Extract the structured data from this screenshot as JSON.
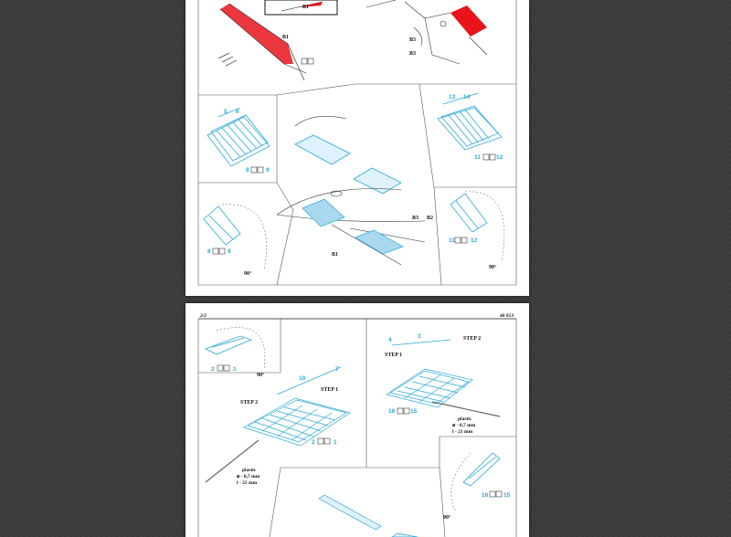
{
  "viewer": {
    "background": "#3b3b3b"
  },
  "page1": {
    "labels": {
      "b1_top_box": "B1",
      "b1_wing": "B1",
      "b3_top_a": "B3",
      "b3_top_b": "B3",
      "b1_bottom": "B1",
      "b3_b2_pre": "B3",
      "b3_b2_post": "B2",
      "angle_left": "90°",
      "angle_right": "90°"
    },
    "part_numbers": {
      "left_top_a": "5",
      "left_top_b": "6",
      "left_bottom_a": "8",
      "left_bottom_b": "9",
      "right_top_a": "13",
      "right_top_b": "14",
      "right_bottom_a": "11",
      "right_bottom_b": "12",
      "left_lower_a": "8",
      "left_lower_b": "9",
      "right_lower_a": "11",
      "right_lower_b": "12"
    },
    "colors": {
      "photo_etch": "#29a9d6",
      "paint_red": "#e8141b",
      "fill_blue": "#a9d8ef"
    }
  },
  "page2": {
    "page_number": "2/2",
    "set_code": "48 813",
    "labels": {
      "angle_top_left": "90°",
      "step1_left": "STEP 1",
      "step2_left": "STEP 2",
      "step1_right": "STEP 1",
      "step2_right": "STEP 2",
      "angle_bottom_right": "90°"
    },
    "part_numbers": {
      "top_left_a": "2",
      "top_left_b": "1",
      "mid_left_top_a": "10",
      "mid_left_top_b": "7",
      "mid_left_bottom_a": "2",
      "mid_left_bottom_b": "1",
      "right_top_a": "4",
      "right_top_b": "3",
      "right_mid_a": "16",
      "right_mid_b": "15",
      "right_bottom_a": "16",
      "right_bottom_b": "15"
    },
    "plastic_left": {
      "title": "plastic",
      "diameter": "⌀ - 0,7 mm",
      "length": "l - 25 mm"
    },
    "plastic_right": {
      "title": "plastic",
      "diameter": "⌀ - 0,7 mm",
      "length": "l - 21 mm"
    }
  }
}
